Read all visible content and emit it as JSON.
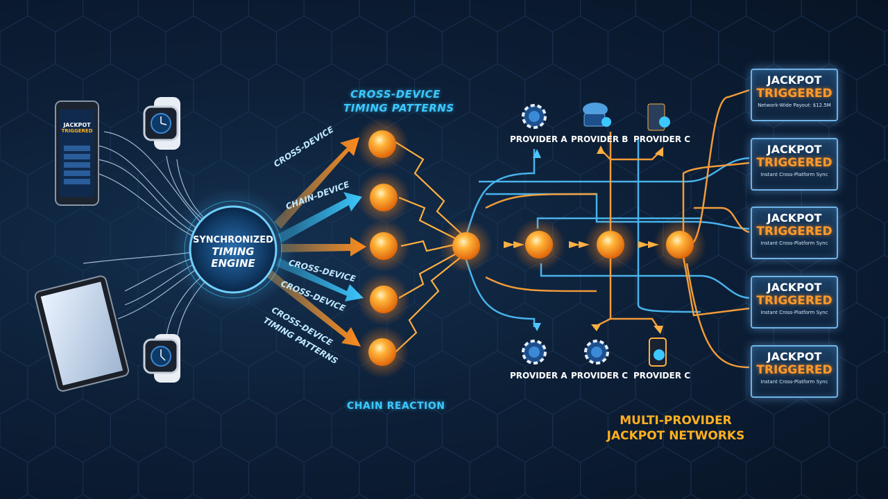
{
  "engine": {
    "line1": "SYNCHRONIZED",
    "line2": "TIMING",
    "line3": "ENGINE"
  },
  "top_caption": {
    "line1": "CROSS-DEVICE",
    "line2": "TIMING PATTERNS"
  },
  "arrow_labels": [
    "CROSS-DEVICE",
    "CHAIN-DEVICE",
    "CROSS-DEVICE",
    "CROSS-DEVICE",
    "CROSS-DEVICE",
    "TIMING PATTERNS"
  ],
  "chain_caption": "CHAIN REACTION",
  "phone_screen": {
    "line1": "JACKPOT",
    "line2": "TRIGGERED"
  },
  "providers_top": [
    "PROVIDER A",
    "PROVIDER B",
    "PROVIDER C"
  ],
  "providers_bottom": [
    "PROVIDER A",
    "PROVIDER C",
    "PROVIDER C"
  ],
  "jackpots": [
    {
      "line1": "JACKPOT",
      "line2": "TRIGGERED",
      "sub": "Network-Wide Payout: $12.5M"
    },
    {
      "line1": "JACKPOT",
      "line2": "TRIGGERED",
      "sub": "Instant Cross-Platform Sync"
    },
    {
      "line1": "JACKPOT",
      "line2": "TRIGGERED",
      "sub": "Instant Cross-Platform Sync"
    },
    {
      "line1": "JACKPOT",
      "line2": "TRIGGERED",
      "sub": "Instant Cross-Platform Sync"
    },
    {
      "line1": "JACKPOT",
      "line2": "TRIGGERED",
      "sub": "Instant Cross-Platform Sync"
    }
  ],
  "network_title": {
    "line1": "MULTI-PROVIDER",
    "line2": "JACKPOT NETWORKS"
  },
  "colors": {
    "cyan": "#3cc8ff",
    "orange": "#ff9a2a",
    "gold": "#ffb020",
    "background": "#0d2038"
  }
}
